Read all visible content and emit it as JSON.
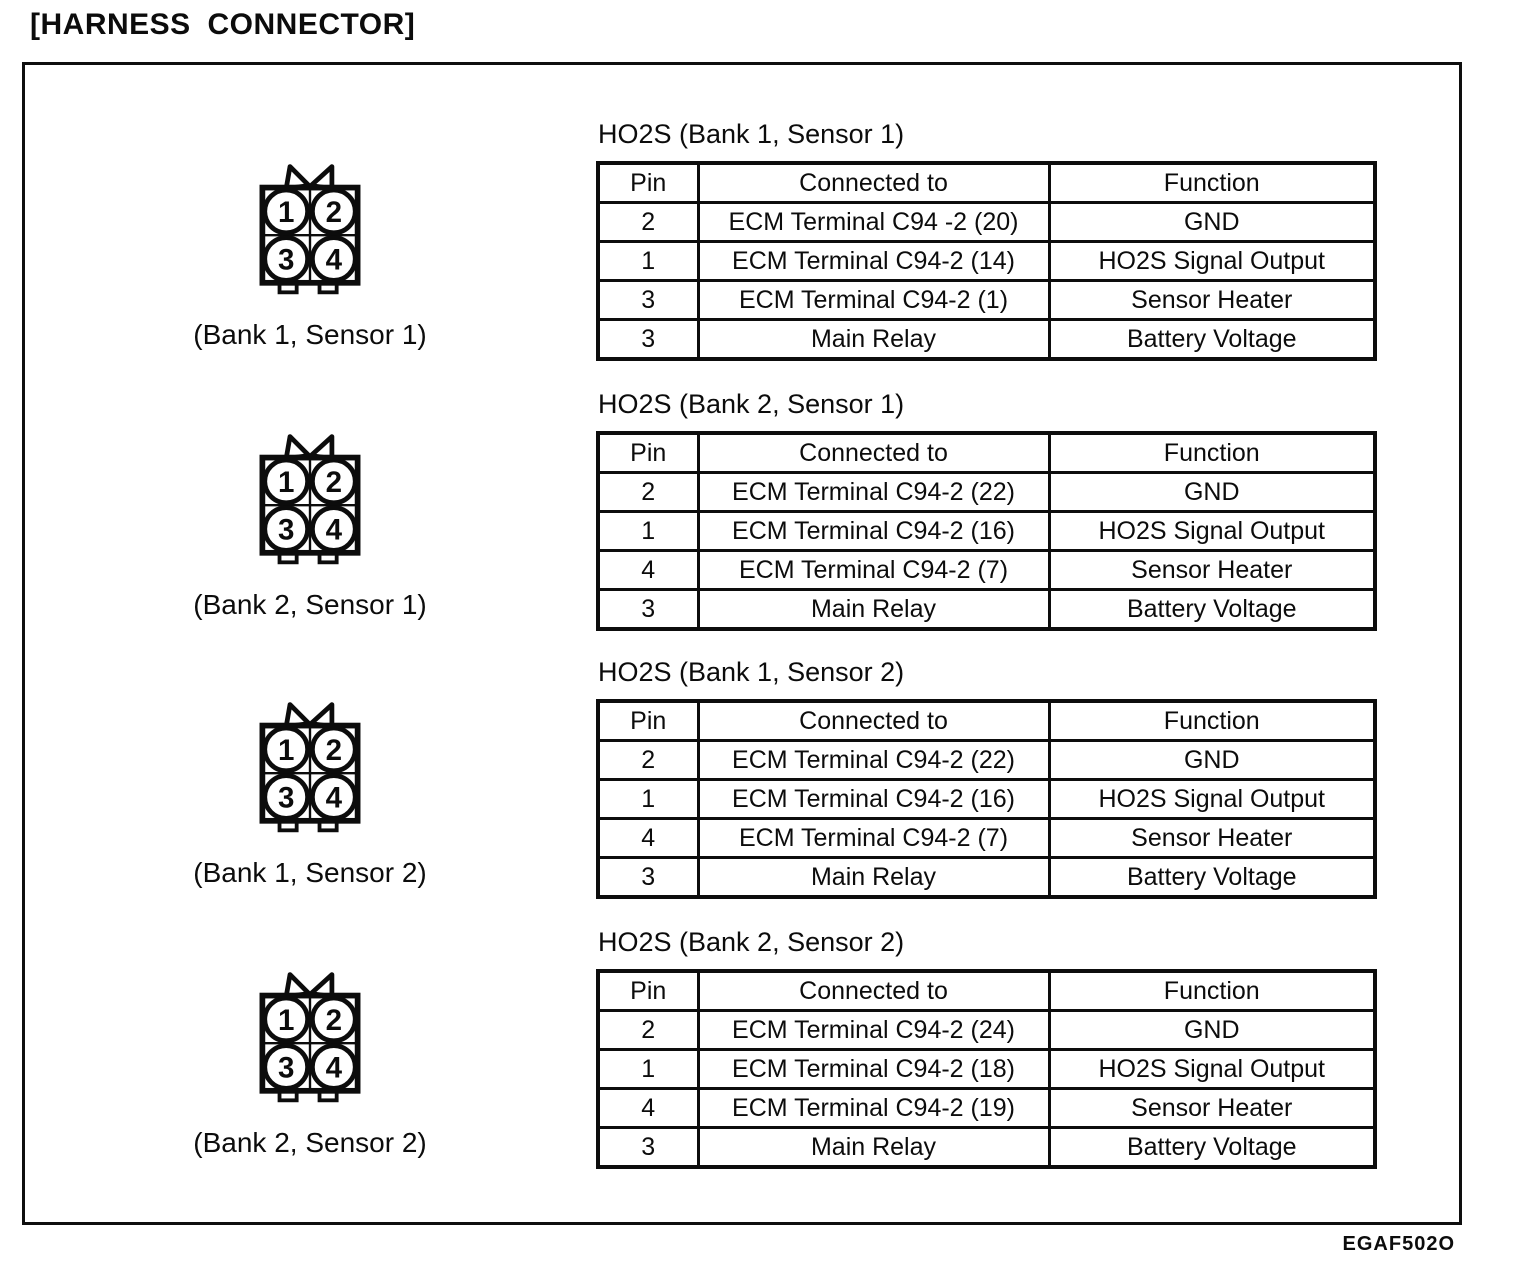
{
  "page_title": "[HARNESS CONNECTOR]",
  "figure_code": "EGAF502O",
  "connector": {
    "pin_labels": [
      "1",
      "2",
      "3",
      "4"
    ]
  },
  "sections": [
    {
      "heading": "HO2S (Bank 1, Sensor 1)",
      "connector_label": "(Bank 1, Sensor 1)",
      "table": {
        "columns": [
          "Pin",
          "Connected to",
          "Function"
        ],
        "rows": [
          [
            "2",
            "ECM Terminal C94 -2 (20)",
            "GND"
          ],
          [
            "1",
            "ECM Terminal C94-2 (14)",
            "HO2S Signal Output"
          ],
          [
            "3",
            "ECM Terminal C94-2 (1)",
            "Sensor Heater"
          ],
          [
            "3",
            "Main Relay",
            "Battery Voltage"
          ]
        ]
      }
    },
    {
      "heading": "HO2S (Bank 2, Sensor 1)",
      "connector_label": "(Bank 2, Sensor 1)",
      "table": {
        "columns": [
          "Pin",
          "Connected to",
          "Function"
        ],
        "rows": [
          [
            "2",
            "ECM Terminal C94-2 (22)",
            "GND"
          ],
          [
            "1",
            "ECM Terminal C94-2 (16)",
            "HO2S Signal Output"
          ],
          [
            "4",
            "ECM Terminal C94-2 (7)",
            "Sensor Heater"
          ],
          [
            "3",
            "Main Relay",
            "Battery Voltage"
          ]
        ]
      }
    },
    {
      "heading": "HO2S (Bank 1, Sensor 2)",
      "connector_label": "(Bank 1, Sensor 2)",
      "table": {
        "columns": [
          "Pin",
          "Connected to",
          "Function"
        ],
        "rows": [
          [
            "2",
            "ECM Terminal C94-2 (22)",
            "GND"
          ],
          [
            "1",
            "ECM Terminal C94-2 (16)",
            "HO2S Signal Output"
          ],
          [
            "4",
            "ECM Terminal C94-2 (7)",
            "Sensor Heater"
          ],
          [
            "3",
            "Main Relay",
            "Battery Voltage"
          ]
        ]
      }
    },
    {
      "heading": "HO2S (Bank 2, Sensor 2)",
      "connector_label": "(Bank 2, Sensor 2)",
      "table": {
        "columns": [
          "Pin",
          "Connected to",
          "Function"
        ],
        "rows": [
          [
            "2",
            "ECM Terminal C94-2 (24)",
            "GND"
          ],
          [
            "1",
            "ECM Terminal C94-2 (18)",
            "HO2S Signal Output"
          ],
          [
            "4",
            "ECM Terminal C94-2 (19)",
            "Sensor Heater"
          ],
          [
            "3",
            "Main Relay",
            "Battery Voltage"
          ]
        ]
      }
    }
  ]
}
